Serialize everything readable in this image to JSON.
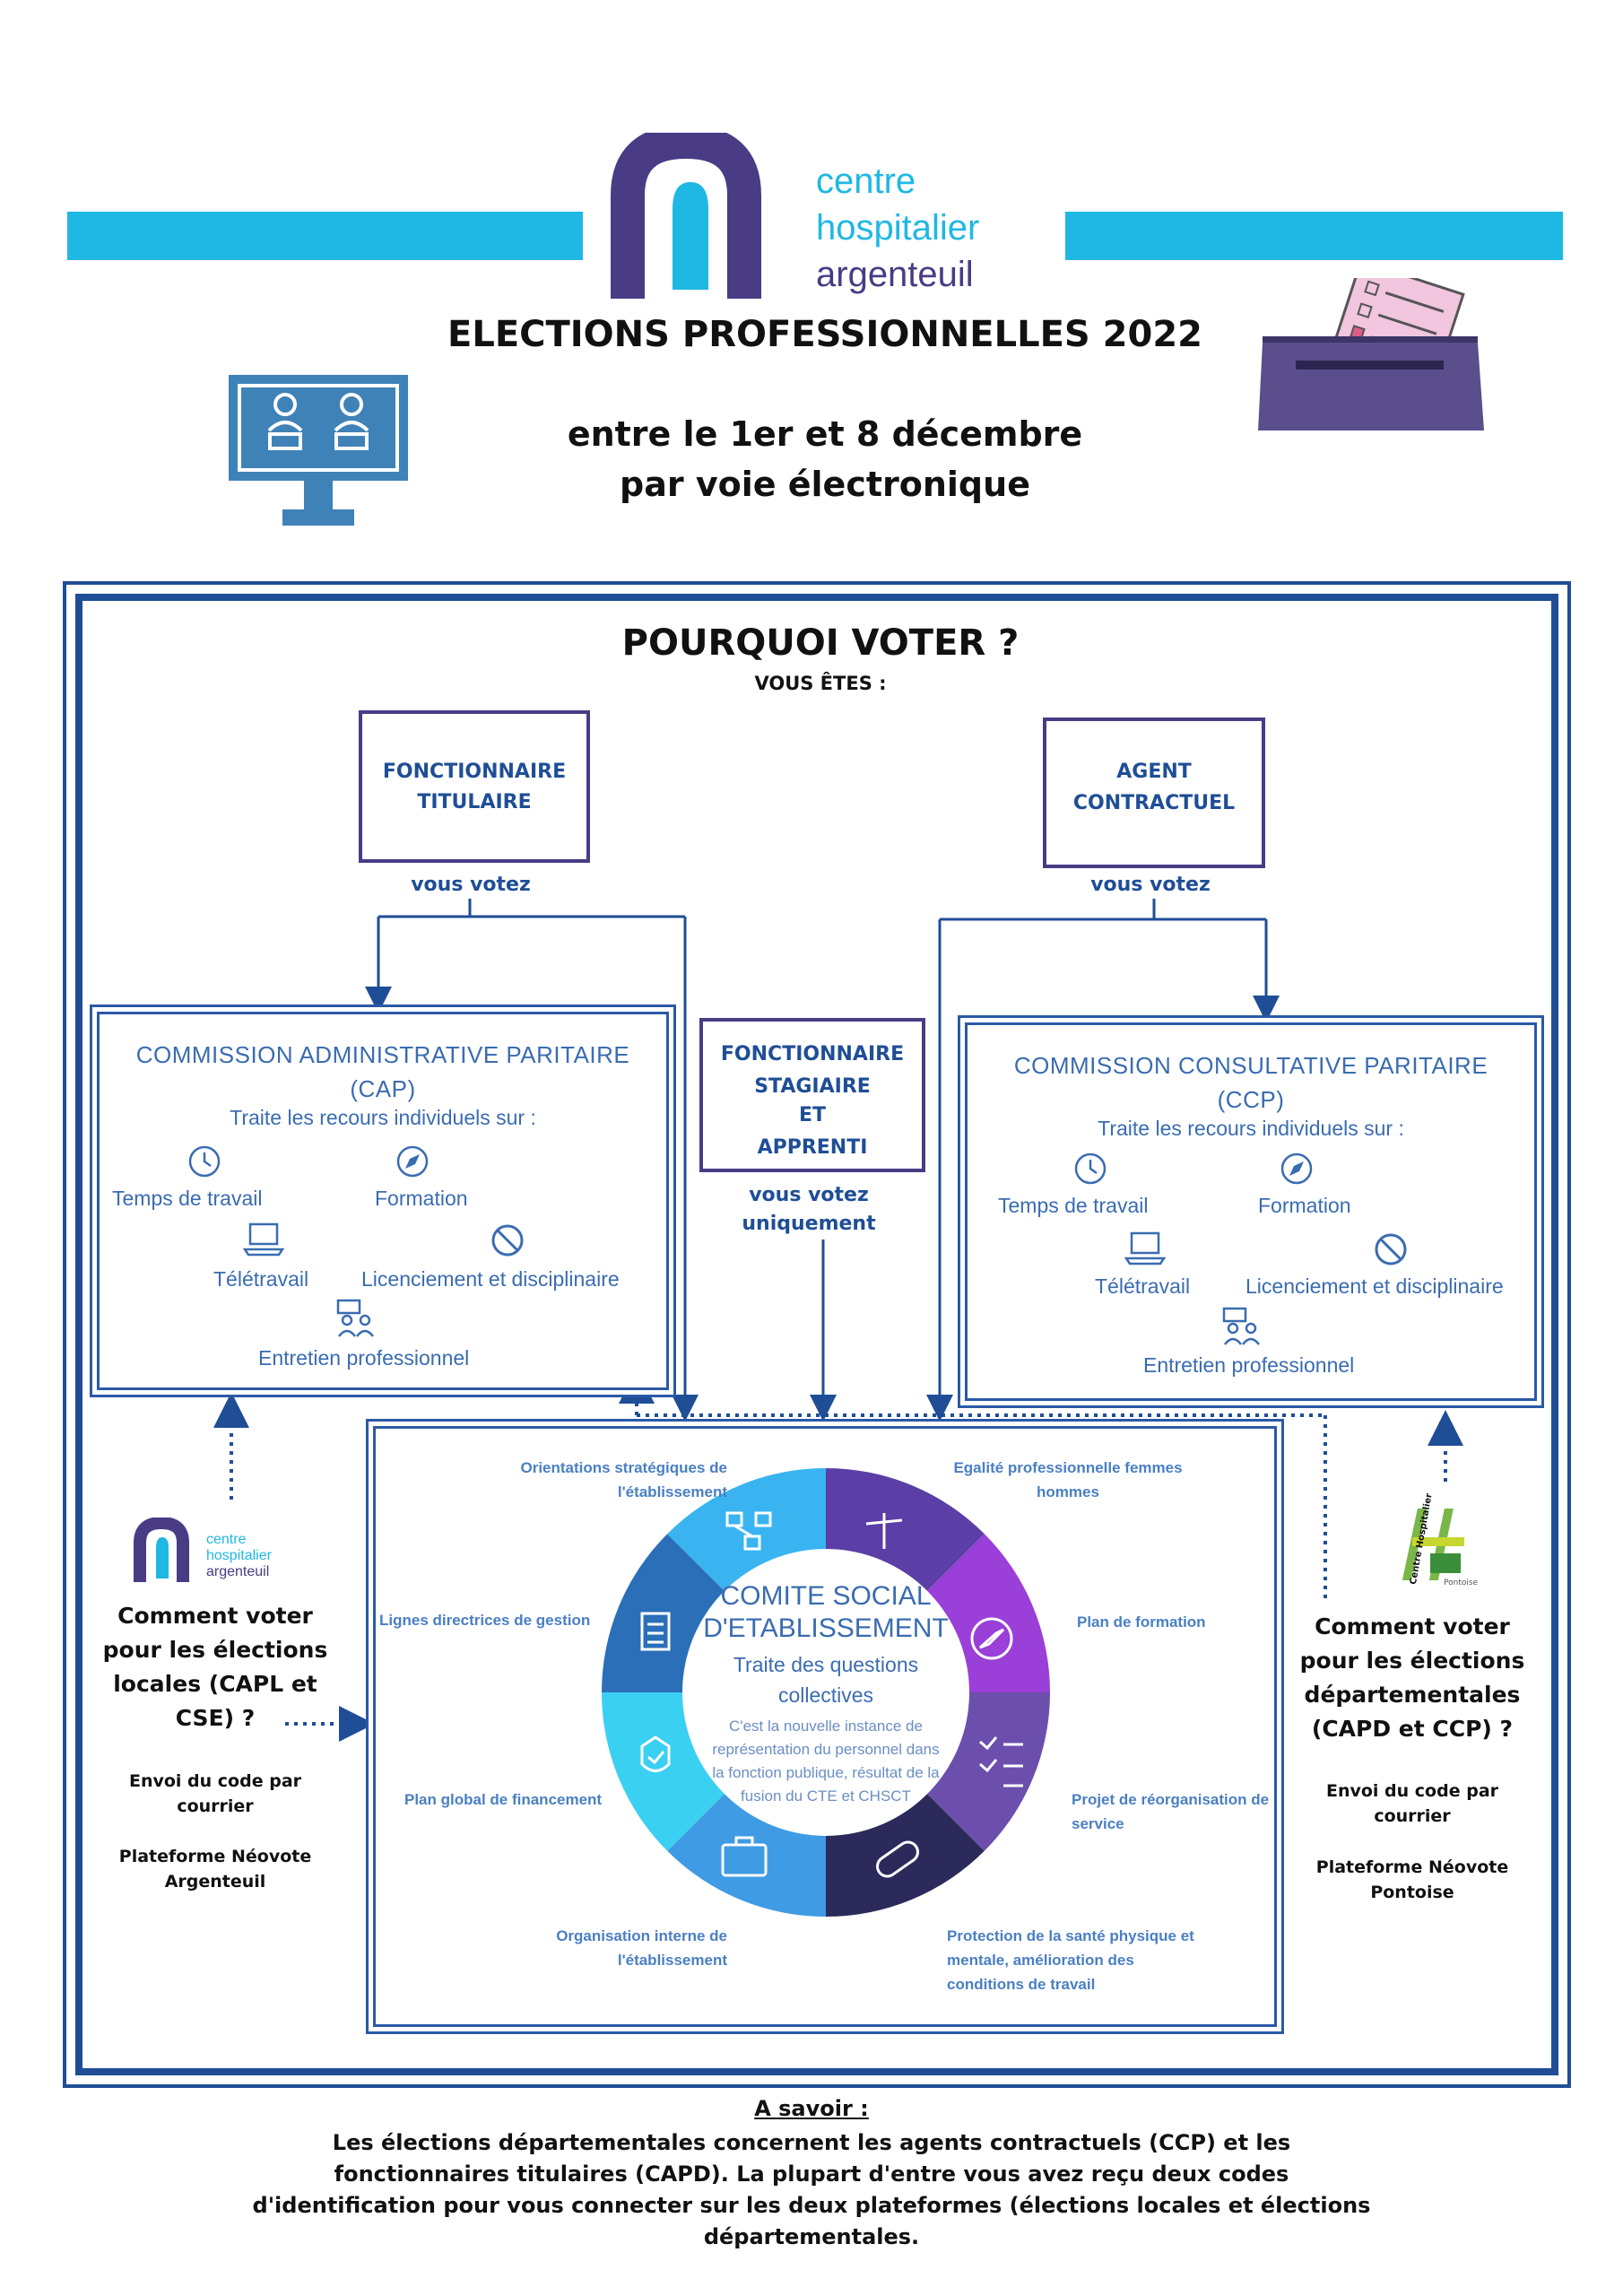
{
  "logo": {
    "line1": "centre",
    "line2": "hospitalier",
    "line3": "argenteuil"
  },
  "header": {
    "title": "ELECTIONS PROFESSIONNELLES 2022",
    "subtitle_line1": "entre le 1er et 8 décembre",
    "subtitle_line2": "par voie électronique"
  },
  "colors": {
    "accent_bar": "#1fb8e3",
    "frame": "#1f4e96",
    "purple": "#4a3b85"
  },
  "main": {
    "title": "POURQUOI VOTER ?",
    "subtitle": "VOUS ÊTES :",
    "left_status_line1": "FONCTIONNAIRE",
    "left_status_line2": "TITULAIRE",
    "right_status_line1": "AGENT",
    "right_status_line2": "CONTRACTUEL",
    "left_vote": "vous votez",
    "right_vote": "vous votez",
    "middle_status_line1": "FONCTIONNAIRE",
    "middle_status_line2": "STAGIAIRE",
    "middle_status_line3": "ET",
    "middle_status_line4": "APPRENTI",
    "middle_vote_line1": "vous votez",
    "middle_vote_line2": "uniquement"
  },
  "cap": {
    "title": "COMMISSION ADMINISTRATIVE PARITAIRE",
    "abbr": "(CAP)",
    "sub": "Traite les recours individuels sur :",
    "items": [
      "Temps de travail",
      "Formation",
      "Télétravail",
      "Licenciement et disciplinaire",
      "Entretien professionnel"
    ]
  },
  "ccp": {
    "title": "COMMISSION CONSULTATIVE PARITAIRE",
    "abbr": "(CCP)",
    "sub": "Traite les recours individuels sur :",
    "items": [
      "Temps de travail",
      "Formation",
      "Télétravail",
      "Licenciement et disciplinaire",
      "Entretien professionnel"
    ]
  },
  "cse": {
    "title_line1": "COMITE SOCIAL",
    "title_line2": "D'ETABLISSEMENT",
    "sub_line1": "Traite des questions",
    "sub_line2": "collectives",
    "desc_line1": "C'est la nouvelle instance de",
    "desc_line2": "représentation du personnel dans",
    "desc_line3": "la fonction publique, résultat de la",
    "desc_line4": "fusion du CTE et CHSCT",
    "topics": {
      "t1_line1": "Orientations stratégiques de",
      "t1_line2": "l'établissement",
      "t2_line1": "Egalité professionnelle femmes",
      "t2_line2": "hommes",
      "t3": "Lignes directrices de gestion",
      "t4": "Plan de formation",
      "t5": "Plan global de financement",
      "t6_line1": "Projet de réorganisation de",
      "t6_line2": "service",
      "t7_line1": "Organisation interne de",
      "t7_line2": "l'établissement",
      "t8_line1": "Protection de la santé physique et",
      "t8_line2": "mentale, amélioration des",
      "t8_line3": "conditions de travail"
    }
  },
  "left_side": {
    "title_line1": "Comment voter",
    "title_line2": "pour les élections",
    "title_line3": "locales (CAPL et",
    "title_line4": "CSE) ?",
    "info1_line1": "Envoi du code par",
    "info1_line2": "courrier",
    "info2_line1": "Plateforme Néovote",
    "info2_line2": "Argenteuil"
  },
  "right_side": {
    "logo_text1": "Centre Hospitalier",
    "logo_text2": "Pontoise",
    "title_line1": "Comment voter",
    "title_line2": "pour les élections",
    "title_line3": "départementales",
    "title_line4": "(CAPD et CCP) ?",
    "info1_line1": "Envoi du code par",
    "info1_line2": "courrier",
    "info2_line1": "Plateforme Néovote",
    "info2_line2": "Pontoise"
  },
  "footer": {
    "heading": "A savoir :",
    "line1": "Les élections départementales concernent les agents contractuels (CCP) et les",
    "line2": "fonctionnaires titulaires (CAPD). La plupart d'entre vous avez reçu deux codes",
    "line3": "d'identification pour vous connecter sur les deux plateformes (élections locales et élections",
    "line4": "départementales."
  }
}
